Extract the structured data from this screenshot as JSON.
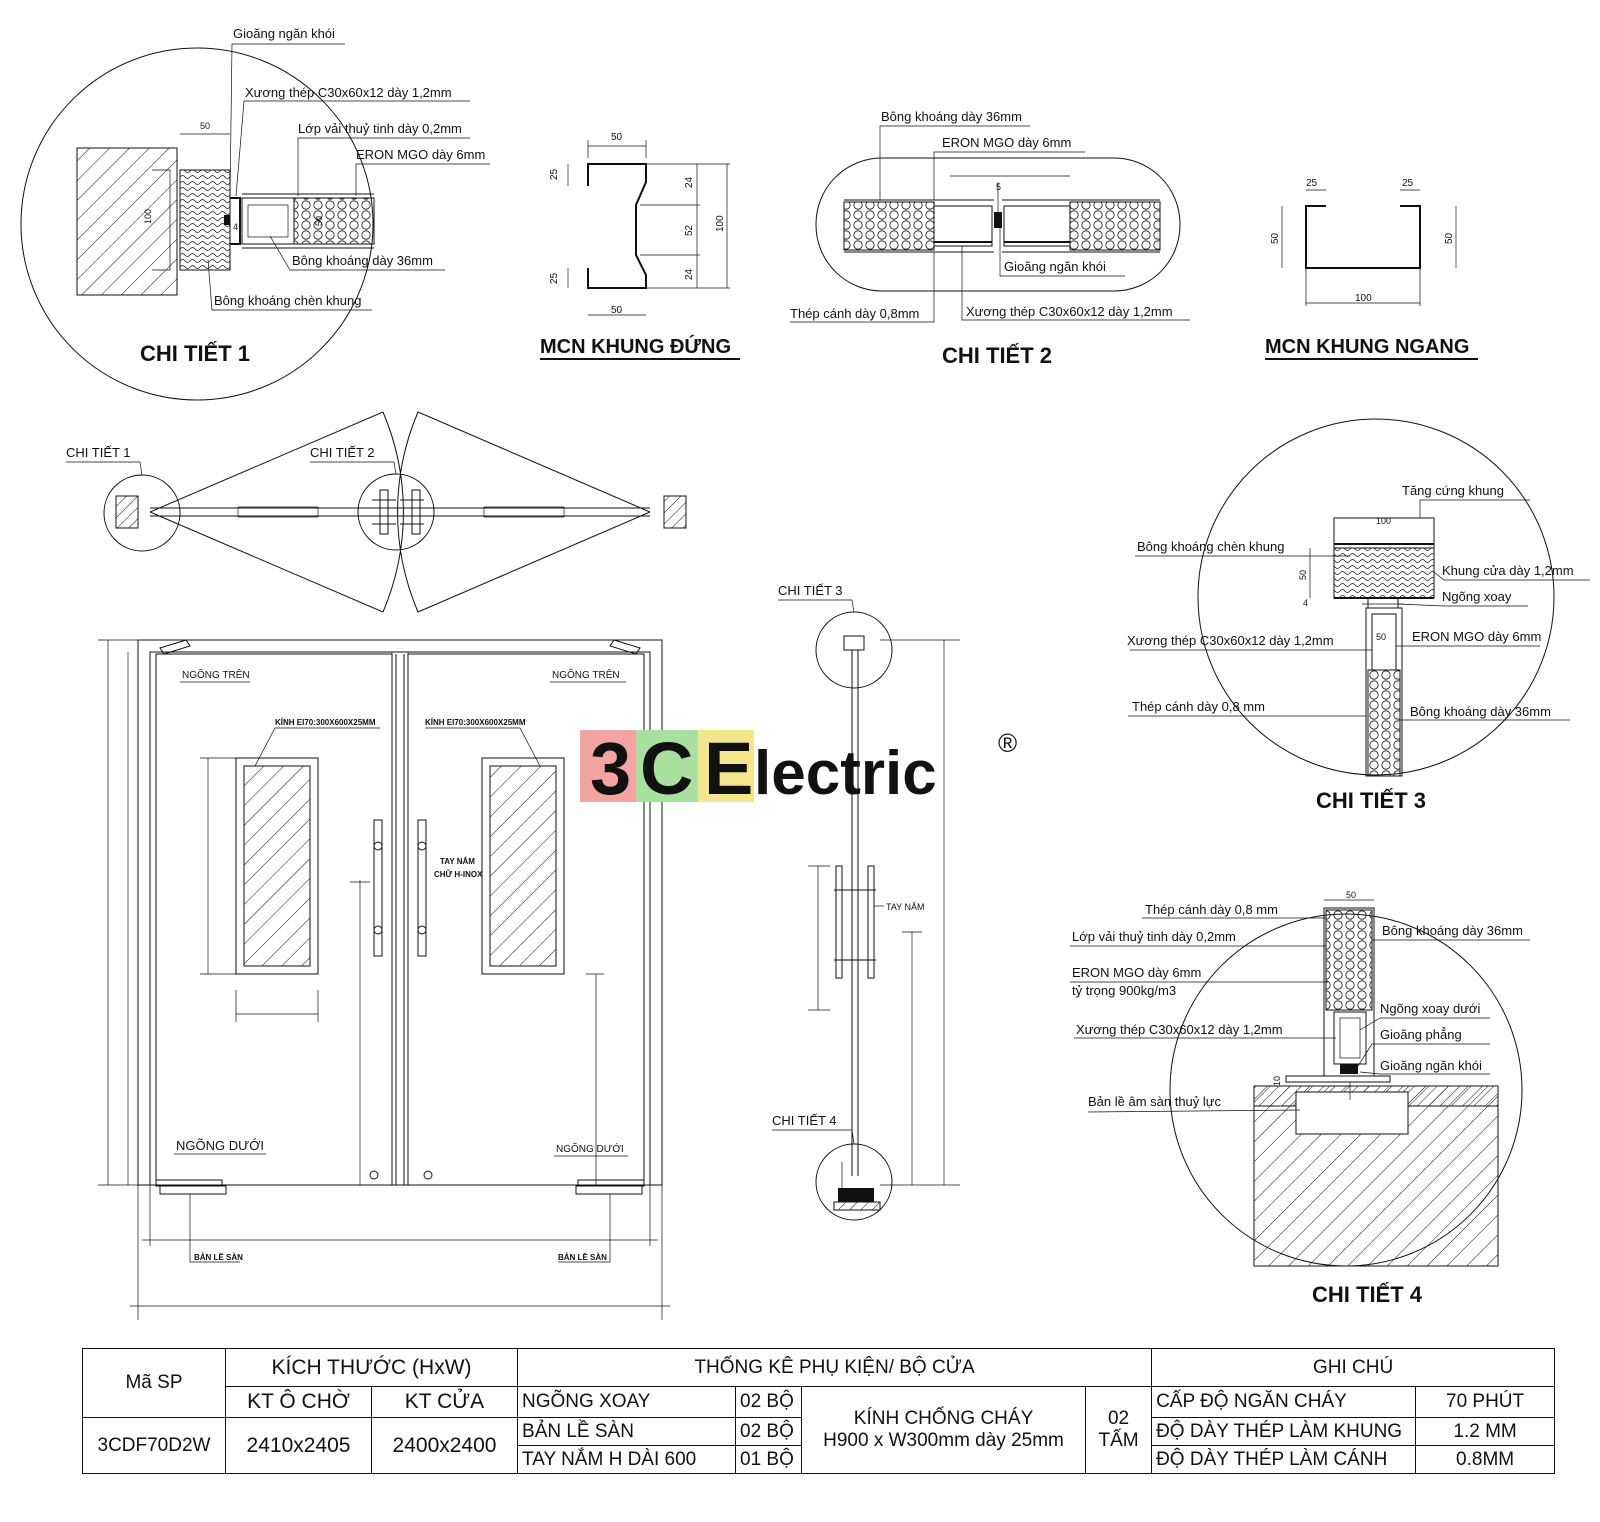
{
  "detail1": {
    "title": "CHI TIẾT 1",
    "labels": {
      "smoke_gasket": "Gioăng ngăn khói",
      "steel_frame": "Xương thép C30x60x12 dày 1,2mm",
      "glass_fabric": "Lớp vải thuỷ tinh dày 0,2mm",
      "eron": "ERON MGO dày 6mm",
      "mineral_wool": "Bông khoáng dày 36mm",
      "frame_fill": "Bông khoáng chèn khung"
    },
    "dims": {
      "d50": "50",
      "d100": "100",
      "d4": "4"
    }
  },
  "mcn_dung": {
    "title": "MCN KHUNG ĐỨNG",
    "dims": {
      "top": "50",
      "bottom": "50",
      "lip_top": "25",
      "lip_bottom": "25",
      "seg1": "24",
      "seg2": "52",
      "seg3": "24",
      "total": "100"
    }
  },
  "detail2": {
    "title": "CHI TIẾT 2",
    "labels": {
      "mineral_wool": "Bông khoáng dày 36mm",
      "eron": "ERON MGO dày 6mm",
      "smoke_gasket": "Gioăng ngăn khói",
      "leaf_steel": "Thép cánh dày 0,8mm",
      "steel_frame": "Xương thép C30x60x12 dày 1,2mm"
    },
    "dims": {
      "gap": "5"
    }
  },
  "mcn_ngang": {
    "title": "MCN KHUNG NGANG",
    "dims": {
      "lip_left": "25",
      "lip_right": "25",
      "left": "50",
      "right": "50",
      "bottom": "100"
    }
  },
  "plan": {
    "callout1": "CHI TIẾT 1",
    "callout2": "CHI TIẾT 2"
  },
  "elevation": {
    "top_pivot_left": "NGÕNG TRÊN",
    "top_pivot_right": "NGÕNG TRÊN",
    "glass_left": "KÍNH EI70:300X600X25MM",
    "glass_right": "KÍNH EI70:300X600X25MM",
    "handle": [
      "TAY NẮM",
      "CHỮ H-INOX"
    ],
    "bottom_pivot_left": "NGÕNG DƯỚI",
    "bottom_pivot_right": "NGÕNG DƯỚI",
    "floor_hinge_left": "BẢN LỀ SÀN",
    "floor_hinge_right": "BẢN LỀ SÀN"
  },
  "section": {
    "callout3": "CHI TIẾT 3",
    "callout4": "CHI TIẾT 4",
    "small_label": "TAY NẮM"
  },
  "watermark": {
    "digit": "3",
    "c": "C",
    "e": "E",
    "rest": "lectric",
    "reg": "®",
    "colors": {
      "digit": "#f4a3a3",
      "c": "#a9e0a0",
      "e": "#f3e68d",
      "text": "#a9c3ea"
    }
  },
  "detail3": {
    "title": "CHI TIẾT 3",
    "labels": {
      "reinforce": "Tăng cứng khung",
      "frame_fill": "Bông khoáng chèn khung",
      "door_frame": "Khung cửa dày 1,2mm",
      "pivot": "Ngõng xoay",
      "steel_frame": "Xương thép C30x60x12 dày 1,2mm",
      "eron": "ERON MGO dày 6mm",
      "leaf_steel": "Thép cánh dày 0,8 mm",
      "mineral_wool": "Bông khoáng dày 36mm"
    },
    "dims": {
      "d100": "100",
      "d50": "50",
      "d4": "4",
      "d50b": "50"
    }
  },
  "detail4": {
    "title": "CHI TIẾT 4",
    "labels": {
      "leaf_steel": "Thép cánh dày 0,8 mm",
      "glass_fabric": "Lớp vải thuỷ tinh dày 0,2mm",
      "eron": "ERON MGO dày 6mm",
      "density": "tỷ trọng 900kg/m3",
      "steel_frame": "Xương thép C30x60x12 dày 1,2mm",
      "mineral_wool": "Bông khoáng dày 36mm",
      "bottom_pivot": "Ngõng xoay dưới",
      "flat_gasket": "Gioăng phẳng",
      "smoke_gasket": "Gioăng ngăn khói",
      "floor_hinge": "Bản lề âm sàn thuỷ lực"
    },
    "dims": {
      "d50": "50",
      "d10": "10"
    }
  },
  "table": {
    "h_code": "Mã SP",
    "code": "3CDF70D2W",
    "h_size": "KÍCH THƯỚC (HxW)",
    "h_opening": "KT Ô CHỜ",
    "h_door": "KT CỬA",
    "opening": "2410x2405",
    "door": "2400x2400",
    "h_accessories": "THỐNG KÊ PHỤ KIỆN/ BỘ CỬA",
    "acc": [
      {
        "name": "NGÕNG XOAY",
        "qty": "02 BỘ"
      },
      {
        "name": "BẢN LỀ SÀN",
        "qty": "02 BỘ"
      },
      {
        "name": "TAY NẮM H DÀI 600",
        "qty": "01 BỘ"
      }
    ],
    "glass_line1": "KÍNH CHỐNG CHÁY",
    "glass_line2": "H900 x W300mm dày 25mm",
    "glass_qty1": "02",
    "glass_qty2": "TẤM",
    "h_notes": "GHI CHÚ",
    "notes": [
      {
        "name": "CẤP ĐỘ NGĂN CHÁY",
        "value": "70 PHÚT"
      },
      {
        "name": "ĐỘ DÀY THÉP LÀM KHUNG",
        "value": "1.2 MM"
      },
      {
        "name": "ĐỘ DÀY THÉP LÀM CÁNH",
        "value": "0.8MM"
      }
    ]
  }
}
